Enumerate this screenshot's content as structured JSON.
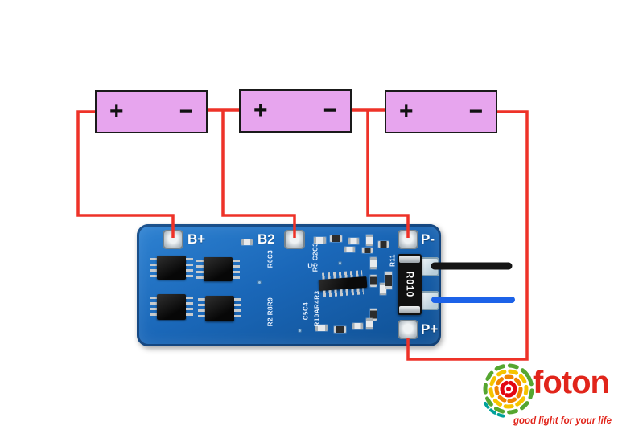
{
  "colors": {
    "wire_red": "#ee3228",
    "wire_black": "#151515",
    "wire_blue": "#1c62e8",
    "battery_fill": "#e7a5ee",
    "battery_border": "#1a1a1a",
    "board_blue": "#1a67b8",
    "logo_red": "#e1251b"
  },
  "batteries": [
    {
      "plus": "+",
      "minus": "−"
    },
    {
      "plus": "+",
      "minus": "−"
    },
    {
      "plus": "+",
      "minus": "−"
    }
  ],
  "board": {
    "pads": {
      "b_plus": "B+",
      "b2": "B2",
      "p_minus": "P-",
      "p_plus": "P+"
    },
    "silkscreen": {
      "r6c3": "R6C3",
      "r5c2c3": "R5 C2C3",
      "c5c4": "C5C4",
      "r10r4r3": "R10AR4R3",
      "r2r8r9": "R2 R8R9",
      "r11": "R11",
      "u1": "U1",
      "r010": "R010"
    }
  },
  "logo": {
    "name": "foton",
    "tagline": "good light for your life"
  }
}
